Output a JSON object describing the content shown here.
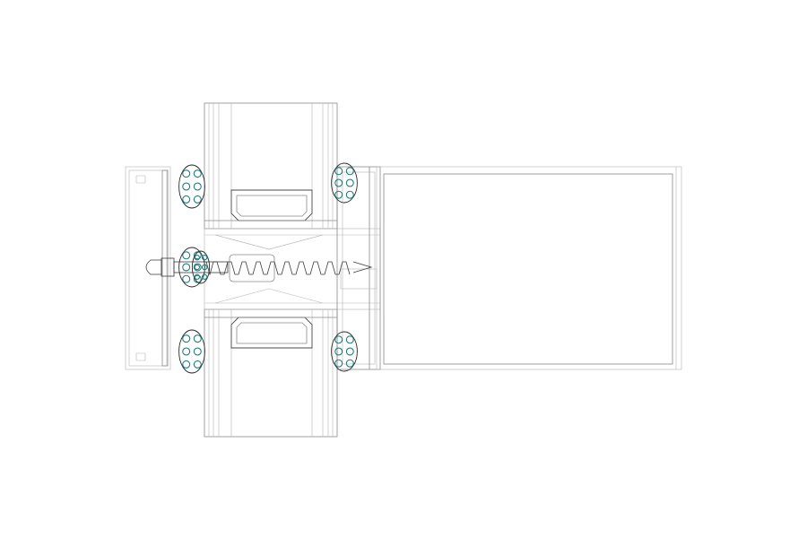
{
  "drawing": {
    "kind": "curtain-wall mullion cross-section",
    "components": [
      {
        "id": "mullion-profile",
        "label": ""
      },
      {
        "id": "pressure-plate",
        "label": ""
      },
      {
        "id": "insulated-glass-unit",
        "label": ""
      },
      {
        "id": "glazing-gasket",
        "label": ""
      },
      {
        "id": "fixing-screw",
        "label": ""
      },
      {
        "id": "cover-cap",
        "label": ""
      }
    ],
    "colors": {
      "linework": "#8a8a8a",
      "linework_light": "#b5b5b5",
      "gasket_fill": "#1f7f7f",
      "background": "#ffffff"
    }
  }
}
